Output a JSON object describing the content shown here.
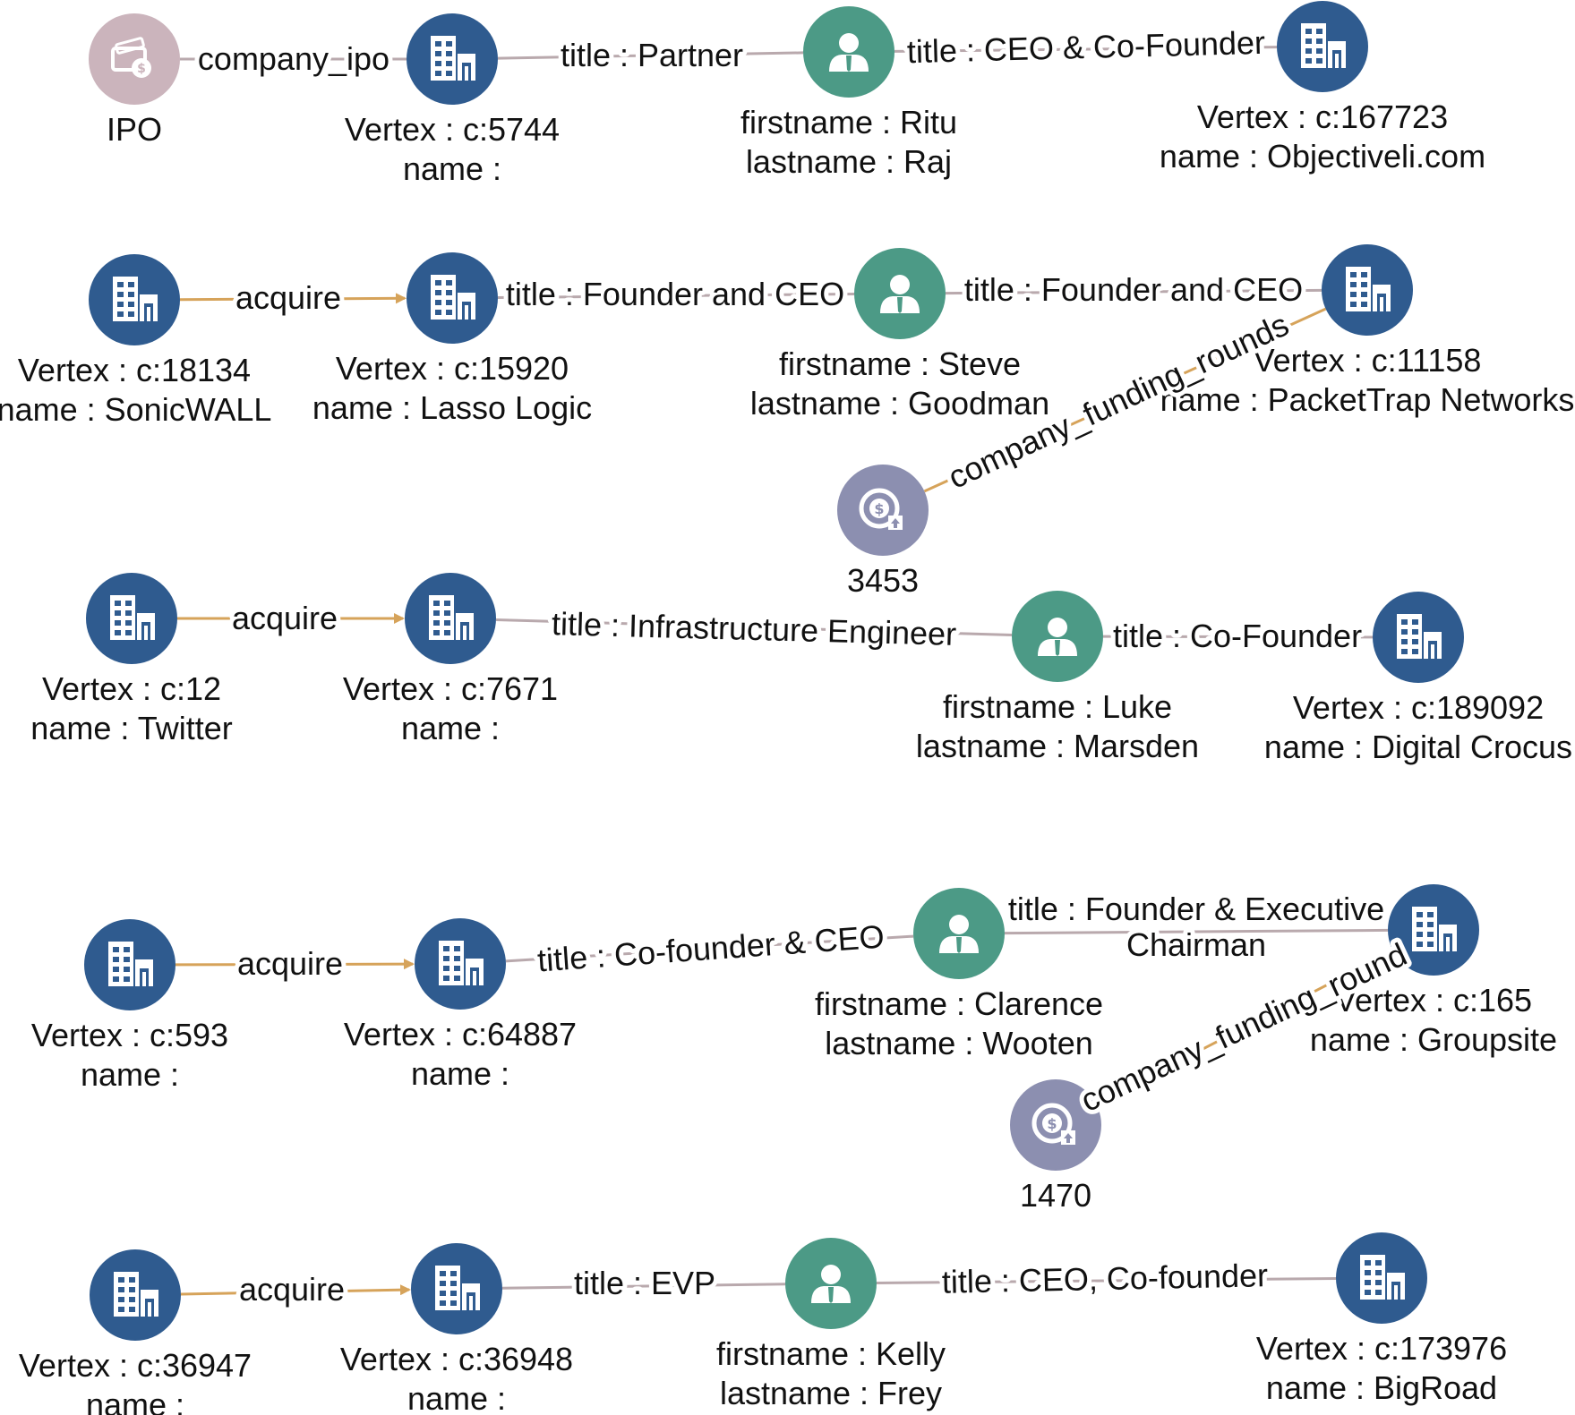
{
  "colors": {
    "company": "#2f5b8f",
    "person": "#4c9a86",
    "funding": "#8c8fb0",
    "ipo": "#cbb4bc",
    "edge": "#b9a9ad",
    "acquire_edge": "#d6a35a"
  },
  "nodes": [
    {
      "id": "ipo",
      "type": "ipo",
      "icon": "ipo-icon",
      "lines": [
        "IPO"
      ]
    },
    {
      "id": "c5744",
      "type": "company",
      "icon": "building-icon",
      "lines": [
        "Vertex : c:5744",
        "name :"
      ]
    },
    {
      "id": "ritu",
      "type": "person",
      "icon": "person-icon",
      "lines": [
        "firstname : Ritu",
        "lastname : Raj"
      ]
    },
    {
      "id": "c167723",
      "type": "company",
      "icon": "building-icon",
      "lines": [
        "Vertex : c:167723",
        "name : Objectiveli.com"
      ]
    },
    {
      "id": "c18134",
      "type": "company",
      "icon": "building-icon",
      "lines": [
        "Vertex : c:18134",
        "name : SonicWALL"
      ]
    },
    {
      "id": "c15920",
      "type": "company",
      "icon": "building-icon",
      "lines": [
        "Vertex : c:15920",
        "name : Lasso Logic"
      ]
    },
    {
      "id": "steve",
      "type": "person",
      "icon": "person-icon",
      "lines": [
        "firstname : Steve",
        "lastname : Goodman"
      ]
    },
    {
      "id": "c11158",
      "type": "company",
      "icon": "building-icon",
      "lines": [
        "Vertex : c:11158",
        "name : PacketTrap Networks"
      ]
    },
    {
      "id": "f3453",
      "type": "funding",
      "icon": "funding-icon",
      "lines": [
        "3453"
      ]
    },
    {
      "id": "c12",
      "type": "company",
      "icon": "building-icon",
      "lines": [
        "Vertex : c:12",
        "name : Twitter"
      ]
    },
    {
      "id": "c7671",
      "type": "company",
      "icon": "building-icon",
      "lines": [
        "Vertex : c:7671",
        "name :"
      ]
    },
    {
      "id": "luke",
      "type": "person",
      "icon": "person-icon",
      "lines": [
        "firstname : Luke",
        "lastname : Marsden"
      ]
    },
    {
      "id": "c189092",
      "type": "company",
      "icon": "building-icon",
      "lines": [
        "Vertex : c:189092",
        "name : Digital Crocus"
      ]
    },
    {
      "id": "c593",
      "type": "company",
      "icon": "building-icon",
      "lines": [
        "Vertex : c:593",
        "name :"
      ]
    },
    {
      "id": "c64887",
      "type": "company",
      "icon": "building-icon",
      "lines": [
        "Vertex : c:64887",
        "name :"
      ]
    },
    {
      "id": "clarence",
      "type": "person",
      "icon": "person-icon",
      "lines": [
        "firstname : Clarence",
        "lastname : Wooten"
      ]
    },
    {
      "id": "c165",
      "type": "company",
      "icon": "building-icon",
      "lines": [
        "Vertex : c:165",
        "name : Groupsite"
      ]
    },
    {
      "id": "f1470",
      "type": "funding",
      "icon": "funding-icon",
      "lines": [
        "1470"
      ]
    },
    {
      "id": "c36947",
      "type": "company",
      "icon": "building-icon",
      "lines": [
        "Vertex : c:36947",
        "name :"
      ]
    },
    {
      "id": "c36948",
      "type": "company",
      "icon": "building-icon",
      "lines": [
        "Vertex : c:36948",
        "name :"
      ]
    },
    {
      "id": "kelly",
      "type": "person",
      "icon": "person-icon",
      "lines": [
        "firstname : Kelly",
        "lastname : Frey"
      ]
    },
    {
      "id": "c173976",
      "type": "company",
      "icon": "building-icon",
      "lines": [
        "Vertex : c:173976",
        "name : BigRoad"
      ]
    }
  ],
  "edges": [
    {
      "from": "ipo",
      "to": "c5744",
      "kind": "plain",
      "lines": [
        "company_ipo"
      ]
    },
    {
      "from": "c5744",
      "to": "ritu",
      "kind": "plain",
      "lines": [
        "title : Partner"
      ]
    },
    {
      "from": "ritu",
      "to": "c167723",
      "kind": "plain",
      "lines": [
        "title : CEO & Co-Founder"
      ]
    },
    {
      "from": "c18134",
      "to": "c15920",
      "kind": "acquire",
      "lines": [
        "acquire"
      ]
    },
    {
      "from": "c15920",
      "to": "steve",
      "kind": "plain",
      "lines": [
        "title : Founder and CEO"
      ]
    },
    {
      "from": "steve",
      "to": "c11158",
      "kind": "plain",
      "lines": [
        "title : Founder and CEO"
      ]
    },
    {
      "from": "f3453",
      "to": "c11158",
      "kind": "funding",
      "lines": [
        "company_funding_rounds"
      ]
    },
    {
      "from": "c12",
      "to": "c7671",
      "kind": "acquire",
      "lines": [
        "acquire"
      ]
    },
    {
      "from": "c7671",
      "to": "luke",
      "kind": "plain",
      "lines": [
        "title : Infrastructure Engineer"
      ]
    },
    {
      "from": "luke",
      "to": "c189092",
      "kind": "plain",
      "lines": [
        "title : Co-Founder"
      ]
    },
    {
      "from": "c593",
      "to": "c64887",
      "kind": "acquire",
      "lines": [
        "acquire"
      ]
    },
    {
      "from": "c64887",
      "to": "clarence",
      "kind": "plain",
      "lines": [
        "title : Co-founder & CEO"
      ]
    },
    {
      "from": "clarence",
      "to": "c165",
      "kind": "plain",
      "lines": [
        "title : Founder & Executive",
        "Chairman"
      ]
    },
    {
      "from": "f1470",
      "to": "c165",
      "kind": "funding",
      "lines": [
        "company_funding_round"
      ]
    },
    {
      "from": "c36947",
      "to": "c36948",
      "kind": "acquire",
      "lines": [
        "acquire"
      ]
    },
    {
      "from": "c36948",
      "to": "kelly",
      "kind": "plain",
      "lines": [
        "title : EVP"
      ]
    },
    {
      "from": "kelly",
      "to": "c173976",
      "kind": "plain",
      "lines": [
        "title : CEO, Co-founder"
      ]
    }
  ]
}
